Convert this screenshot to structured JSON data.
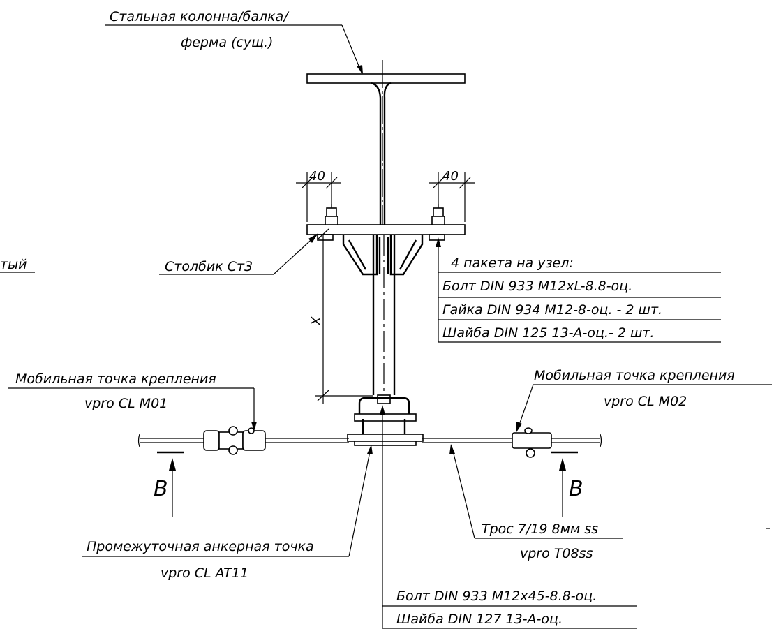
{
  "labels": {
    "steel_member_line1": "Стальная колонна/балка/",
    "steel_member_line2": "ферма (сущ.)",
    "post": "Столбик Ст3",
    "cut_left_fragment": "тый",
    "bolt_package": {
      "title": "4 пакета на узел:",
      "rows": [
        "Болт DIN 933 M12xL-8.8-оц.",
        "Гайка DIN 934 M12-8-оц. - 2 шт.",
        "Шайба DIN 125 13-А-оц.- 2 шт."
      ]
    },
    "mobile_point_left": {
      "line1": "Мобильная точка крепления",
      "line2": "vpro CL M01"
    },
    "mobile_point_right": {
      "line1": "Мобильная точка крепления",
      "line2": "vpro CL M02"
    },
    "intermediate_anchor": {
      "line1": "Промежуточная анкерная точка",
      "line2": "vpro CL AT11"
    },
    "cable": {
      "line1": "Трос 7/19 8мм ss",
      "line2": "vpro T08ss"
    },
    "bottom_bolt": {
      "rows": [
        "Болт DIN 933 M12x45-8.8-оц.",
        "Шайба DIN 127 13-А-оц."
      ]
    }
  },
  "dimensions": {
    "left_edge": "40",
    "right_edge": "40",
    "post_length": "X"
  },
  "section_marks": {
    "left": "В",
    "right": "В"
  }
}
